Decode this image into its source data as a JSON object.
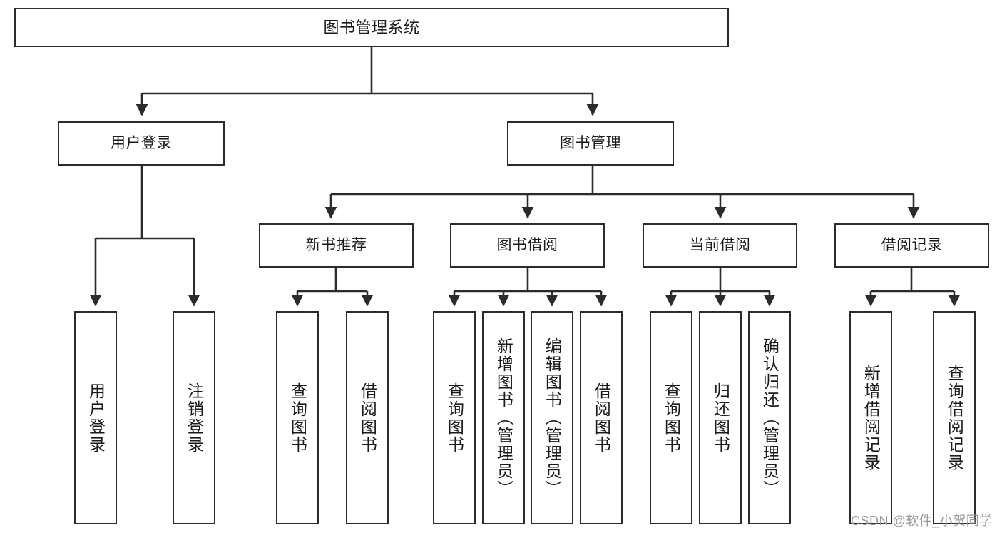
{
  "diagram": {
    "title": "图书管理系统",
    "type": "functional-structure-tree",
    "colors": {
      "stroke": "#2b2b2b",
      "fill": "#ffffff",
      "text": "#1a1a1a",
      "watermark": "#9a9a9a"
    },
    "nodes": {
      "root": {
        "label": "图书管理系统"
      },
      "level2": [
        {
          "id": "user-login",
          "label": "用户登录"
        },
        {
          "id": "book-management",
          "label": "图书管理"
        }
      ],
      "level3": [
        {
          "id": "new-book-recommend",
          "label": "新书推荐"
        },
        {
          "id": "book-borrow",
          "label": "图书借阅"
        },
        {
          "id": "current-borrow",
          "label": "当前借阅"
        },
        {
          "id": "borrow-record",
          "label": "借阅记录"
        }
      ],
      "leaves": {
        "user_login": [
          {
            "id": "leaf-user-login",
            "label": "用户登录"
          },
          {
            "id": "leaf-user-logout",
            "label": "注销登录"
          }
        ],
        "new_book_recommend": [
          {
            "id": "leaf-query-book-1",
            "label": "查询图书"
          },
          {
            "id": "leaf-borrow-book-1",
            "label": "借阅图书"
          }
        ],
        "book_borrow": [
          {
            "id": "leaf-query-book-2",
            "label": "查询图书"
          },
          {
            "id": "leaf-add-book",
            "label": "新增图书（管理员）"
          },
          {
            "id": "leaf-edit-book",
            "label": "编辑图书（管理员）"
          },
          {
            "id": "leaf-borrow-book-2",
            "label": "借阅图书"
          }
        ],
        "current_borrow": [
          {
            "id": "leaf-query-book-3",
            "label": "查询图书"
          },
          {
            "id": "leaf-return-book",
            "label": "归还图书"
          },
          {
            "id": "leaf-confirm-return",
            "label": "确认归还（管理员）"
          }
        ],
        "borrow_record": [
          {
            "id": "leaf-add-record",
            "label": "新增借阅记录"
          },
          {
            "id": "leaf-query-record",
            "label": "查询借阅记录"
          }
        ]
      }
    }
  },
  "watermark": {
    "text": "CSDN @软件_小贺同学"
  }
}
